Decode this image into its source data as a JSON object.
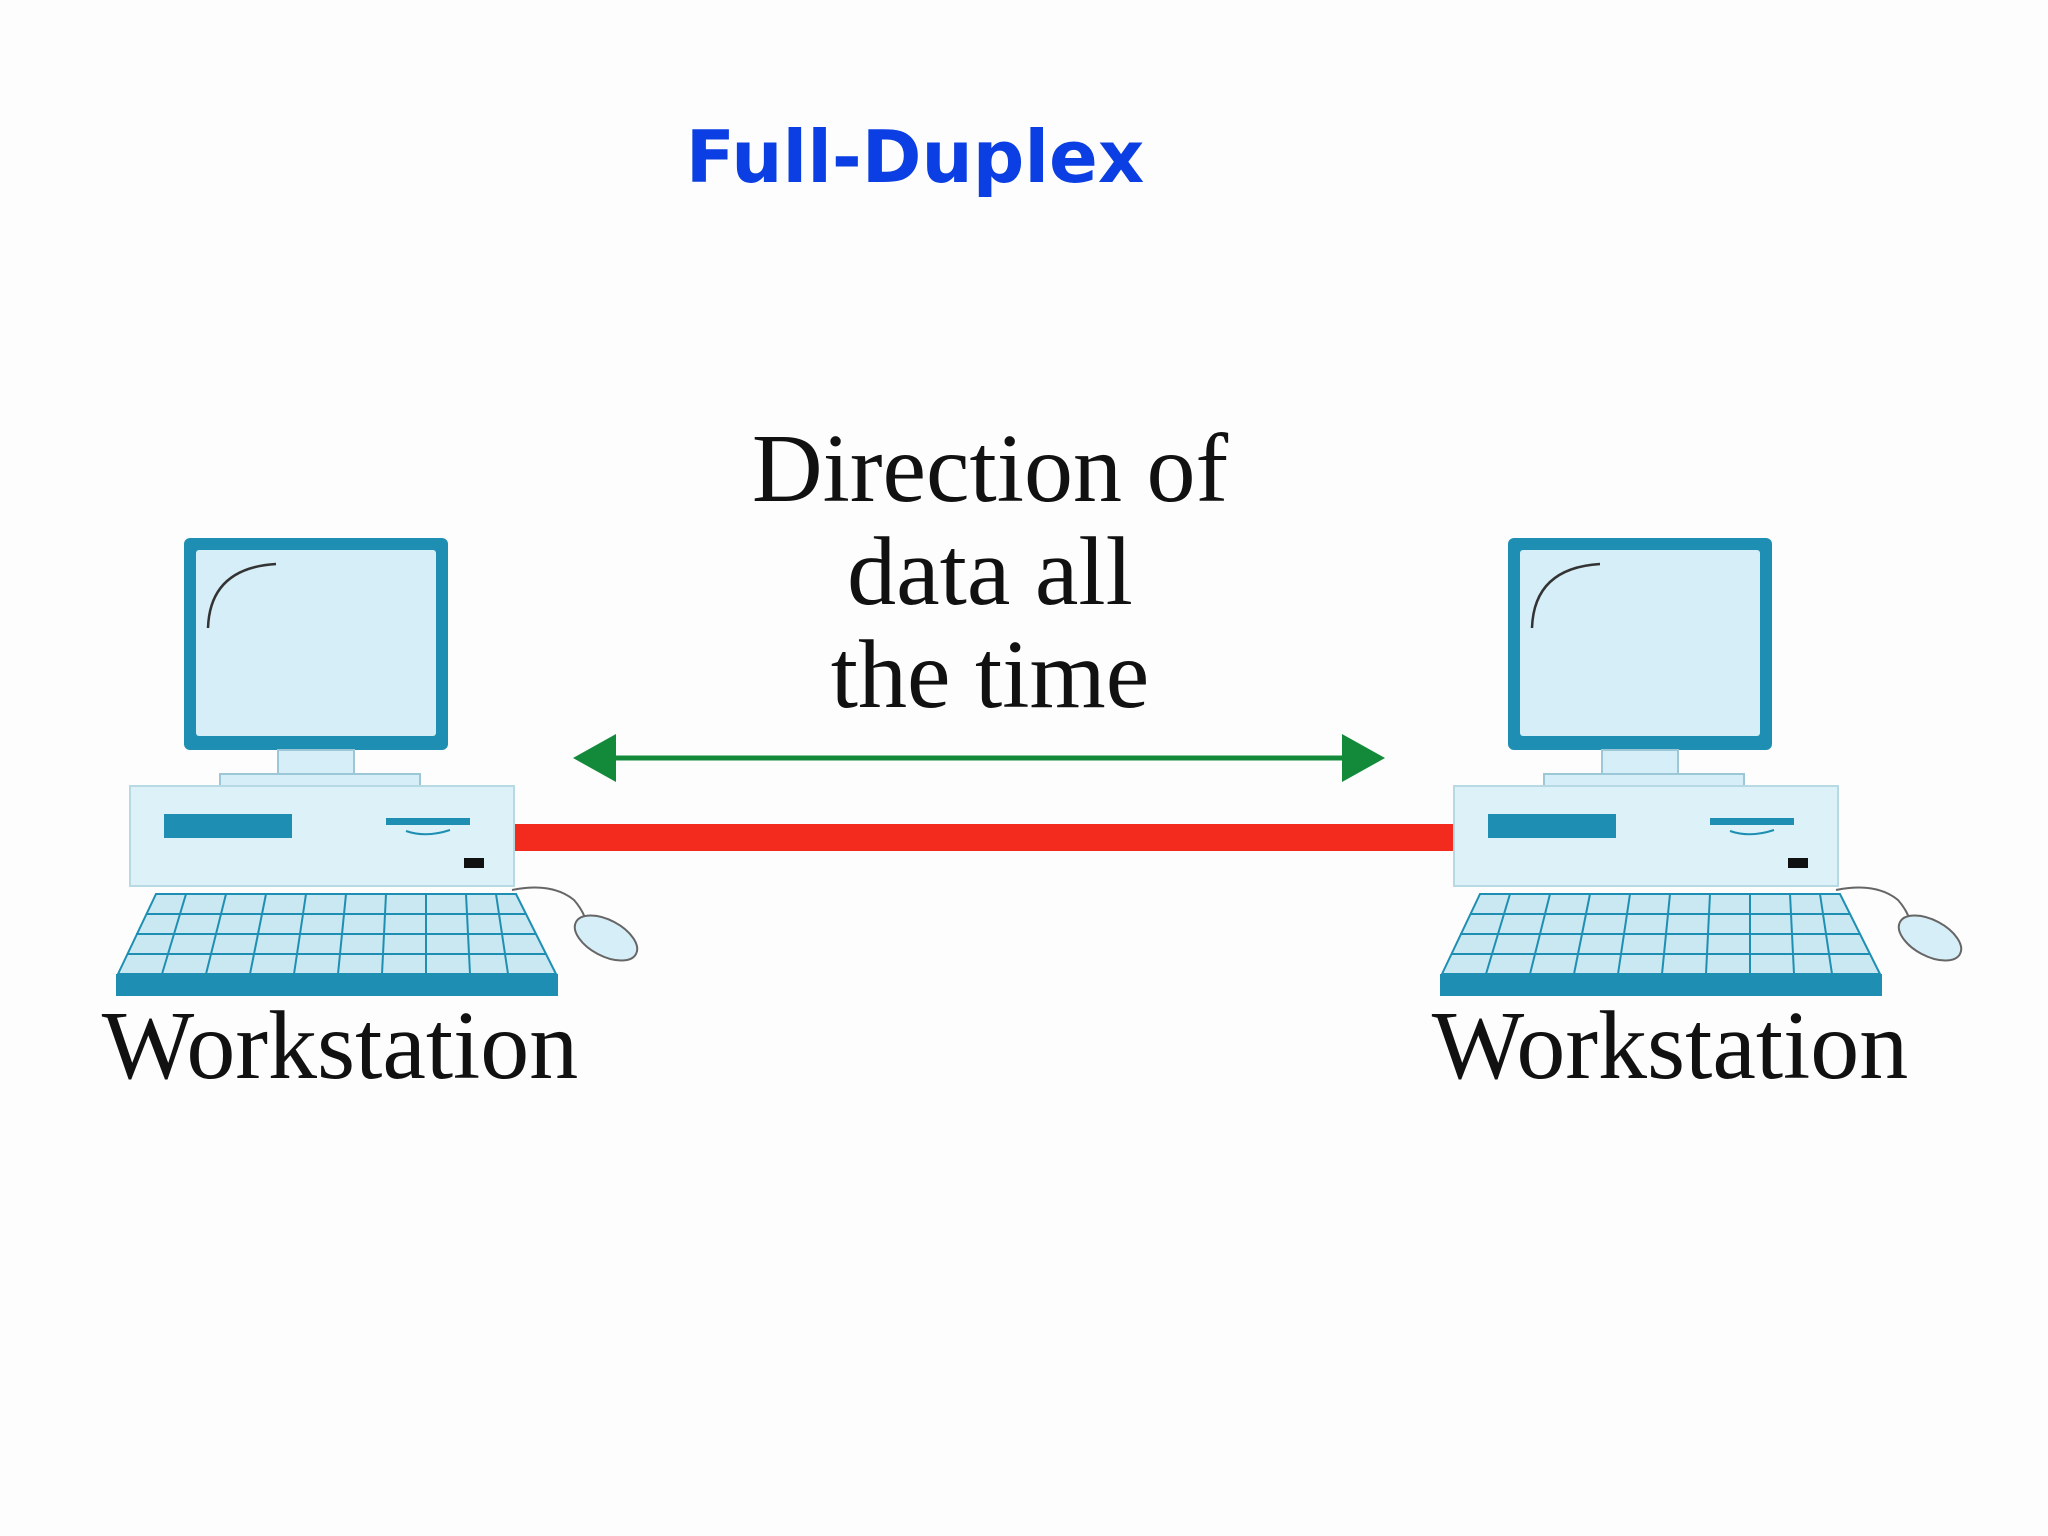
{
  "title": "Full-Duplex",
  "caption": {
    "line1": "Direction of",
    "line2": "data all",
    "line3": "the time"
  },
  "workstations": [
    {
      "label": "Workstation"
    },
    {
      "label": "Workstation"
    }
  ],
  "colors": {
    "title": "#0b3fe3",
    "arrow": "#128a3a",
    "cable": "#f32a1e",
    "computer_body": "#ddf2f8",
    "computer_accent": "#1e8fb2"
  },
  "icons": {
    "computer": "workstation-computer-icon",
    "mouse": "mouse-icon",
    "arrow": "double-headed-arrow"
  }
}
